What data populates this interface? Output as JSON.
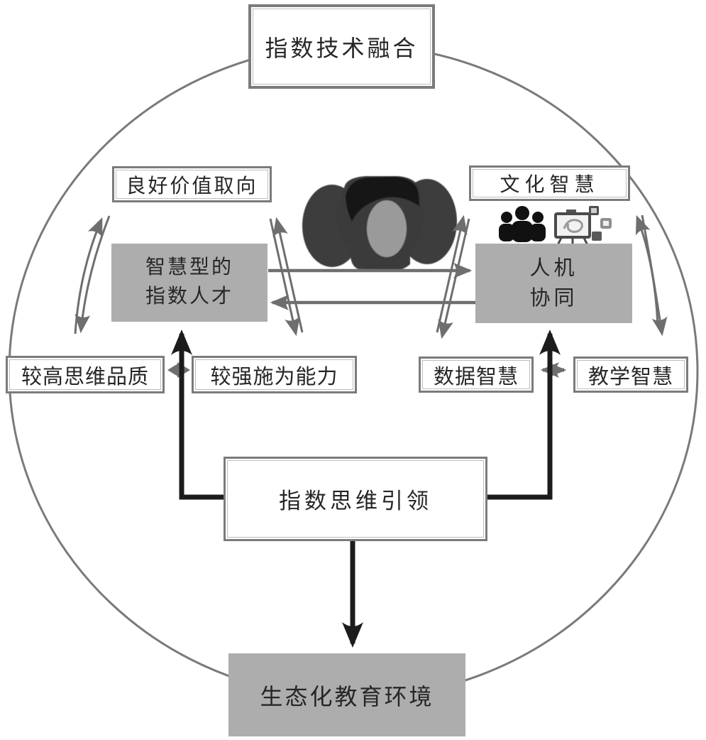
{
  "diagram": {
    "nodes": {
      "tech_fusion": {
        "label": "指数技术融合"
      },
      "value_orientation": {
        "label": "良好价值取向"
      },
      "smart_talent": {
        "line1": "智慧型的",
        "line2": "指数人才"
      },
      "culture_wisdom": {
        "label": "文化智慧"
      },
      "human_machine": {
        "line1": "人机",
        "line2": "协同"
      },
      "thinking_quality": {
        "label": "较高思维品质"
      },
      "action_ability": {
        "label": "较强施为能力"
      },
      "data_wisdom": {
        "label": "数据智慧"
      },
      "teaching_wisdom": {
        "label": "教学智慧"
      },
      "thinking_lead": {
        "label": "指数思维引领"
      },
      "eco_environment": {
        "label": "生态化教育环境"
      }
    },
    "connections": [
      {
        "from": "良好价值取向",
        "to": "较高思维品质",
        "type": "bidirectional-gray"
      },
      {
        "from": "良好价值取向",
        "to": "较强施为能力",
        "type": "bidirectional-gray"
      },
      {
        "from": "文化智慧",
        "to": "数据智慧",
        "type": "bidirectional-gray"
      },
      {
        "from": "文化智慧",
        "to": "教学智慧",
        "type": "bidirectional-gray"
      },
      {
        "from": "智慧型的指数人才",
        "to": "人机协同",
        "type": "bidirectional-gray"
      },
      {
        "from": "较高思维品质",
        "to": "较强施为能力",
        "type": "bidirectional-gray"
      },
      {
        "from": "数据智慧",
        "to": "教学智慧",
        "type": "bidirectional-gray"
      },
      {
        "from": "指数思维引领",
        "to": "智慧型的指数人才",
        "type": "arrow-black"
      },
      {
        "from": "指数思维引领",
        "to": "人机协同",
        "type": "arrow-black"
      },
      {
        "from": "指数思维引领",
        "to": "生态化教育环境",
        "type": "arrow-black"
      }
    ],
    "icons": [
      "digital-human-head-image",
      "people-group-icon",
      "presentation-board-icon",
      "mini-media-icons"
    ],
    "colors": {
      "background": "#ffffff",
      "gray_node_fill": "#adadad",
      "white_node_border": "#7b7b7b",
      "gray_arrow": "#6e6e6e",
      "black_arrow": "#1c1c1c",
      "circle_stroke": "#7a7a7a",
      "text": "#262626"
    }
  }
}
